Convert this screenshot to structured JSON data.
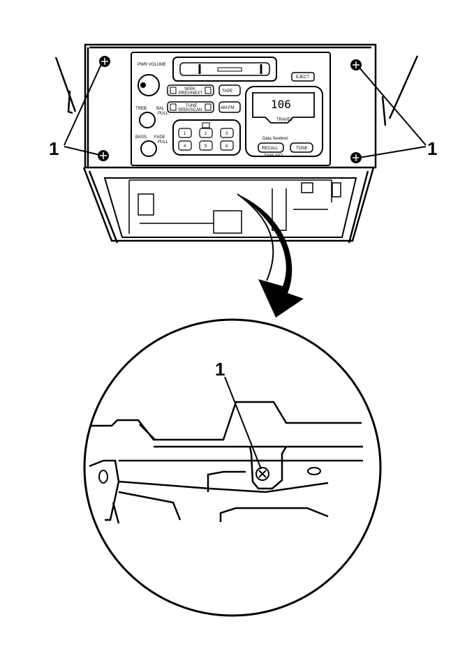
{
  "callouts": {
    "left": "1",
    "right": "1",
    "detail": "1"
  },
  "radio": {
    "knob_top_label": "PWR VOLUME",
    "knob_mid_label": "TREB",
    "bal_label": "BAL",
    "bal_sub": "PULL",
    "knob_bottom_label": "BASS",
    "fade_label": "FADE",
    "fade_sub": "PULL",
    "eject_label": "EJECT",
    "seek_label": "SEEK",
    "prev_next_label": "PREV/NEXT",
    "tape_label": "TAPE",
    "tune_label": "TUNE",
    "tune_sub": "SEEK/SCAN",
    "am_fm_label": "AM-FM",
    "display_value": "106",
    "display_sub": "TRAVEL",
    "preset_buttons": [
      "1",
      "2",
      "3",
      "4",
      "5",
      "6"
    ],
    "data_label": "Data Sentinel",
    "recall_label": "RECALL",
    "recall_sub": "TIME SET",
    "tone_label": "TONE"
  }
}
